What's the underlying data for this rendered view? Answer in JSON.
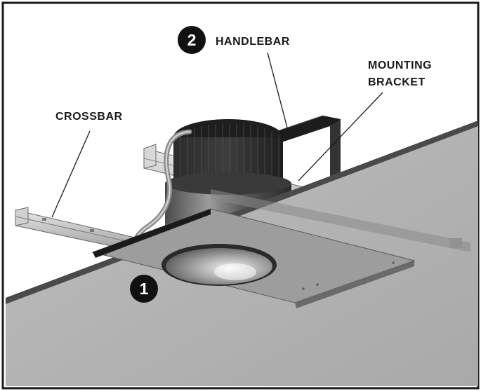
{
  "callouts": {
    "one": {
      "number": "1"
    },
    "two": {
      "number": "2"
    }
  },
  "labels": {
    "handlebar": "HANDLEBAR",
    "mounting_line1": "MOUNTING",
    "mounting_line2": "BRACKET",
    "crossbar": "CROSSBAR"
  },
  "colors": {
    "background": "#ffffff",
    "ceiling": "#b4b4b4",
    "ceiling_edge": "#4a4a4a",
    "plate": "#9a9a9a",
    "frame": "#1a1a1a",
    "badge": "#111111"
  }
}
